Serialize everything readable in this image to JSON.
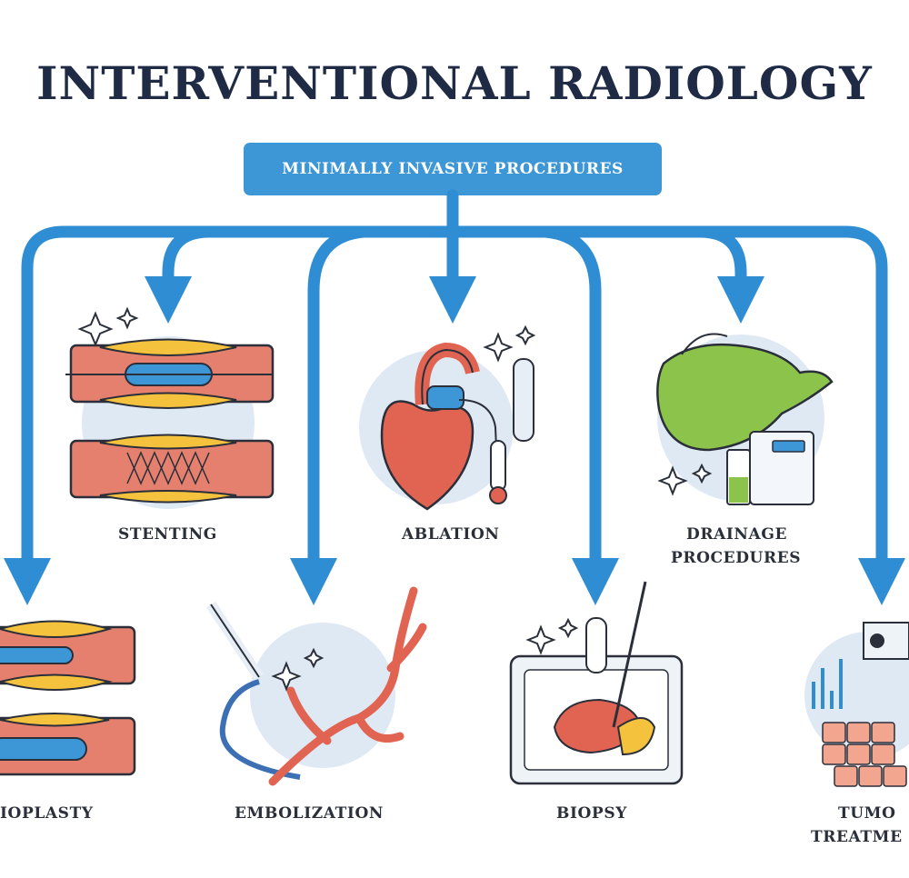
{
  "title": "INTERVENTIONAL RADIOLOGY",
  "header": "MINIMALLY INVASIVE PROCEDURES",
  "procedures": {
    "stenting": "STENTING",
    "ablation": "ABLATION",
    "drainage_line1": "DRAINAGE",
    "drainage_line2": "PROCEDURES",
    "angioplasty": "IOPLASTY",
    "embolization": "EMBOLIZATION",
    "biopsy": "BIOPSY",
    "tumor_line1": "TUMO",
    "tumor_line2": "TREATME"
  },
  "colors": {
    "arrow": "#2f8ed3",
    "vessel": "#e5806f",
    "plaque": "#f5c23e",
    "heart": "#e16452",
    "liver": "#8cc34a",
    "circle": "#dfe9f4",
    "outline": "#2a2f3a"
  }
}
